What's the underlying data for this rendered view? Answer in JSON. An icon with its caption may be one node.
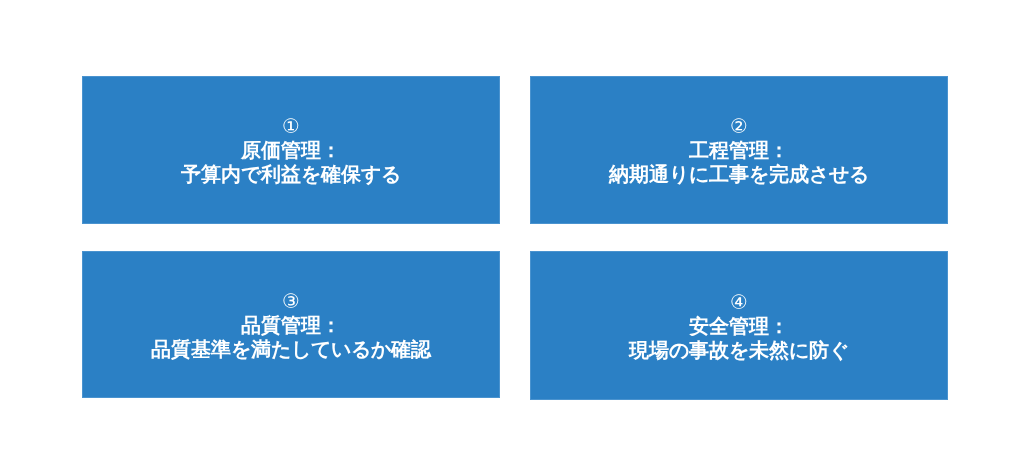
{
  "diagram": {
    "nodes": [
      {
        "text": [
          "①",
          "原価管理：",
          "予算内で利益を確保する"
        ]
      },
      {
        "text": [
          "②",
          "工程管理：",
          "納期通りに工事を完成させる"
        ]
      },
      {
        "text": [
          "③",
          "品質管理：",
          "品質基準を満たしているか確認"
        ]
      },
      {
        "text": [
          "④",
          "安全管理：",
          "現場の事故を未然に防ぐ"
        ]
      }
    ]
  }
}
